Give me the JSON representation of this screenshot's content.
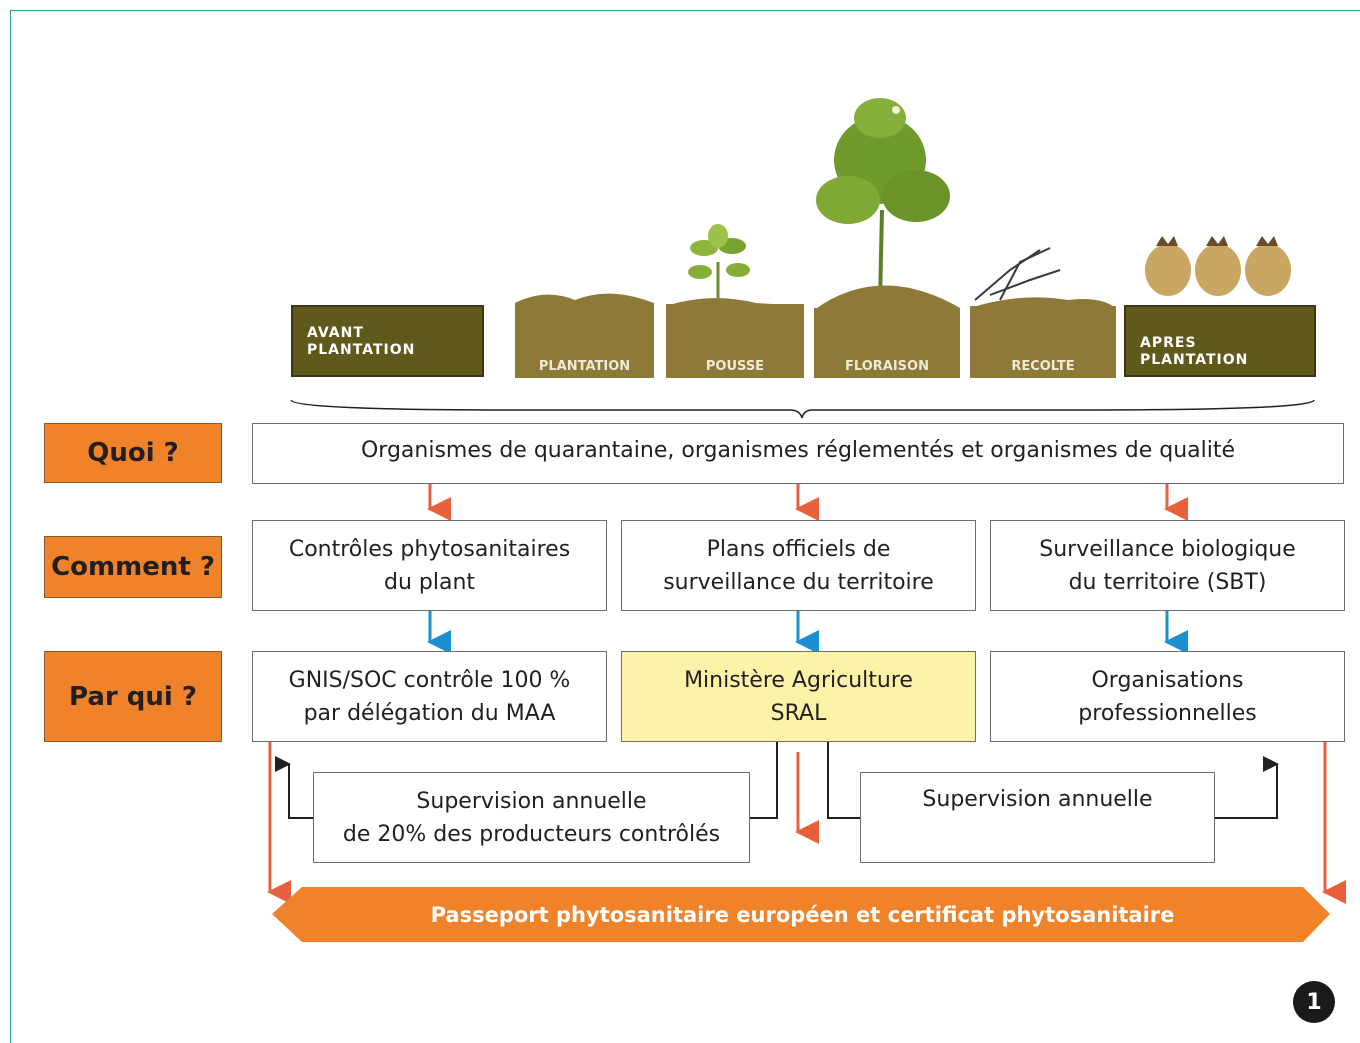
{
  "stages": {
    "avant": "AVANT\nPLANTATION",
    "plantation": "PLANTATION",
    "pousse": "POUSSE",
    "floraison": "FLORAISON",
    "recolte": "RECOLTE",
    "apres": "APRES\nPLANTATION"
  },
  "rows": {
    "quoi": "Quoi ?",
    "comment": "Comment ?",
    "par_qui": "Par qui ?"
  },
  "quoi_box": "Organismes de quarantaine, organismes réglementés et organismes de qualité",
  "comment_boxes": [
    "Contrôles phytosanitaires\ndu plant",
    "Plans officiels de\nsurveillance du territoire",
    "Surveillance biologique\ndu territoire (SBT)"
  ],
  "par_qui_boxes": [
    "GNIS/SOC contrôle 100 %\npar délégation du MAA",
    "Ministère Agriculture\nSRAL",
    "Organisations\nprofessionnelles"
  ],
  "supervision_left": "Supervision annuelle\nde 20% des producteurs contrôlés",
  "supervision_right": "Supervision annuelle",
  "passeport": "Passeport phytosanitaire européen et certificat phytosanitaire",
  "figure_number": "1",
  "colors": {
    "orange": "#f0822a",
    "arrow_red": "#e8603c",
    "arrow_blue": "#1b8fd0",
    "yellow_box": "#fcf3a8",
    "stage_dark": "#5f5a1b",
    "soil": "#8d7a39"
  }
}
